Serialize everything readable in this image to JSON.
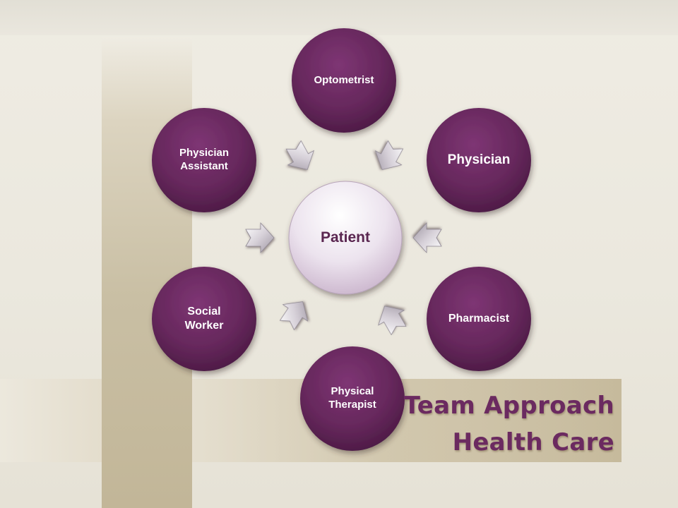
{
  "title": {
    "line1": "Team Approach",
    "line2": "Health Care"
  },
  "center": {
    "label": "Patient"
  },
  "nodes": [
    {
      "key": "optometrist",
      "label": "Optometrist"
    },
    {
      "key": "physician",
      "label": "Physician"
    },
    {
      "key": "pharmacist",
      "label": "Pharmacist"
    },
    {
      "key": "physical-therapist",
      "label": "Physical\nTherapist"
    },
    {
      "key": "social-worker",
      "label": "Social\nWorker"
    },
    {
      "key": "physician-assistant",
      "label": "Physician\nAssistant"
    }
  ],
  "colors": {
    "node": "#6b2a62",
    "node_dark": "#4a1943",
    "center_text": "#5a2650",
    "title": "#6b2a60"
  }
}
